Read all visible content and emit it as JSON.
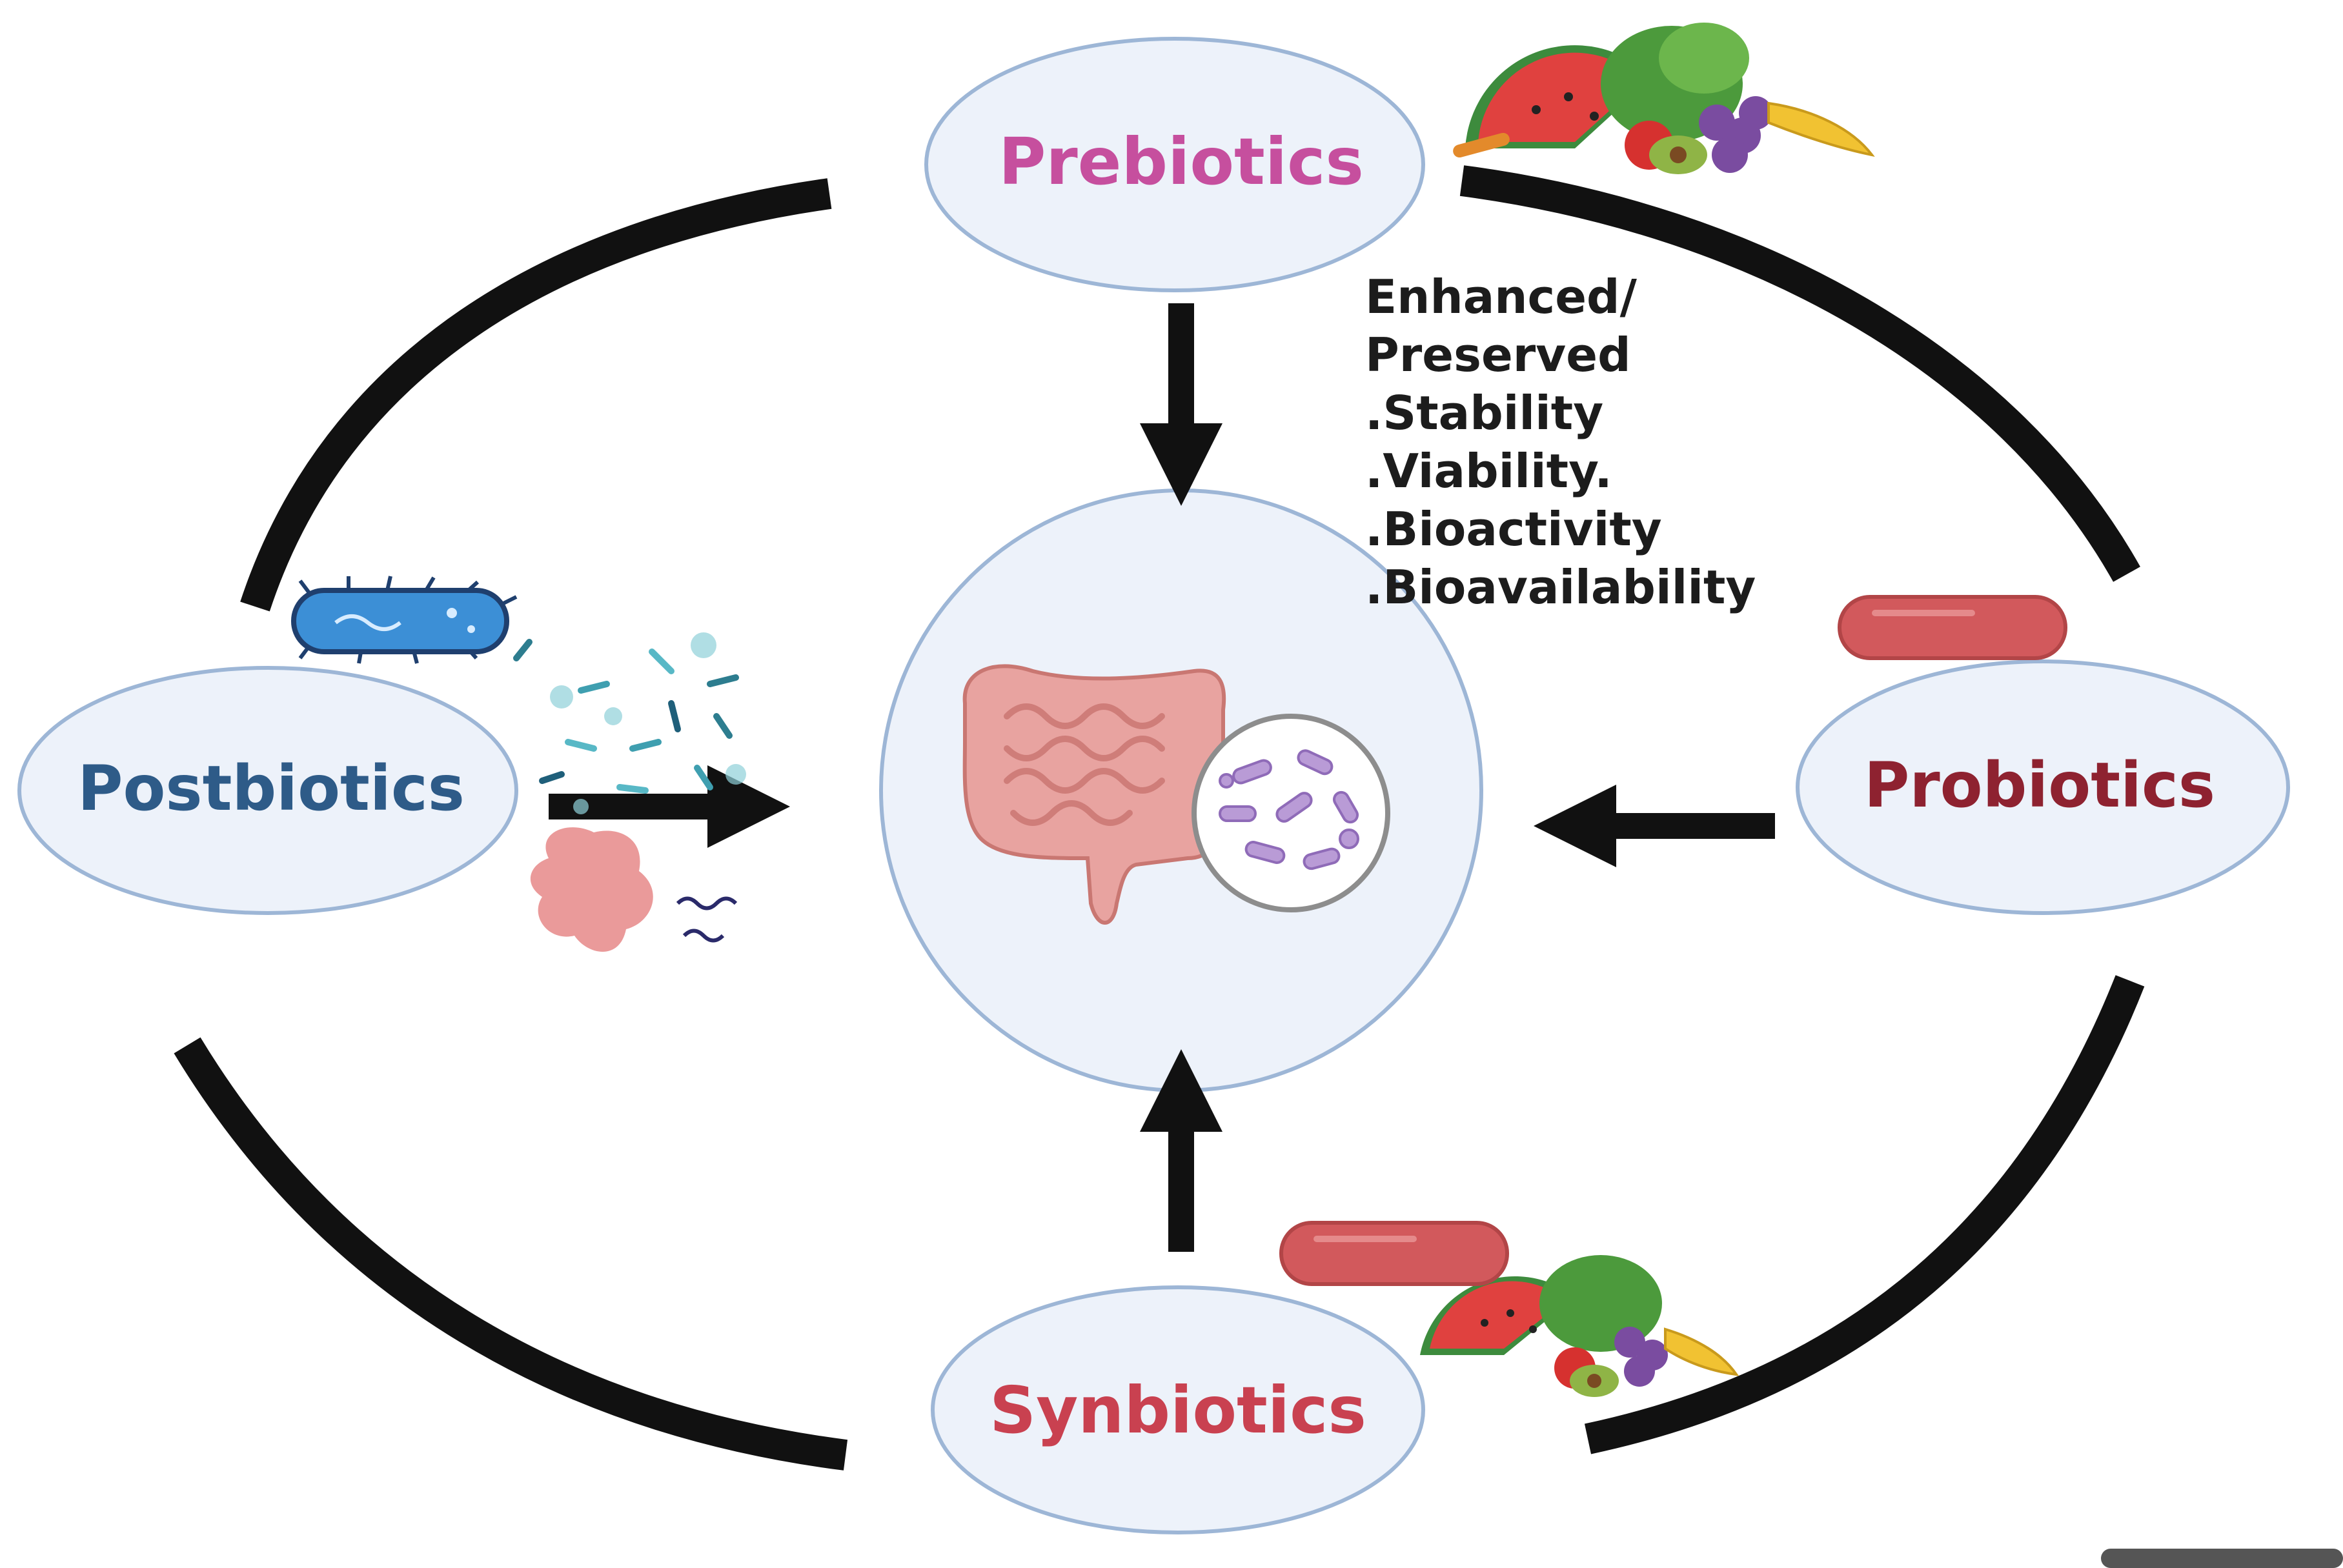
{
  "nodes": {
    "prebiotics": {
      "label": "Prebiotics",
      "color": "#c64f9e"
    },
    "postbiotics": {
      "label": "Postbiotics",
      "color": "#2e5b88"
    },
    "probiotics": {
      "label": "Probiotics",
      "color": "#8e2230"
    },
    "synbiotics": {
      "label": "Synbiotics",
      "color": "#c94150"
    }
  },
  "benefits": {
    "lines": [
      "Enhanced/",
      "Preserved",
      ".Stability",
      ".Viability.",
      ".Bioactivity",
      ".Bioavailability"
    ]
  },
  "colors": {
    "ellipse_fill": "#edf2fa",
    "ellipse_stroke": "#9db6d6",
    "ring_arc": "#111111",
    "arrow": "#111111",
    "capsule": "#d2595c",
    "intestine": "#e8a3a0",
    "microbe": "#b99bd6"
  },
  "icons": {
    "food": "fruit-and-vegetables-icon",
    "capsule": "probiotic-capsule-icon",
    "gut": "intestine-with-microbiota-icon",
    "bacterium": "bacterium-icon",
    "metabolites": "postbiotic-metabolites-icon"
  }
}
